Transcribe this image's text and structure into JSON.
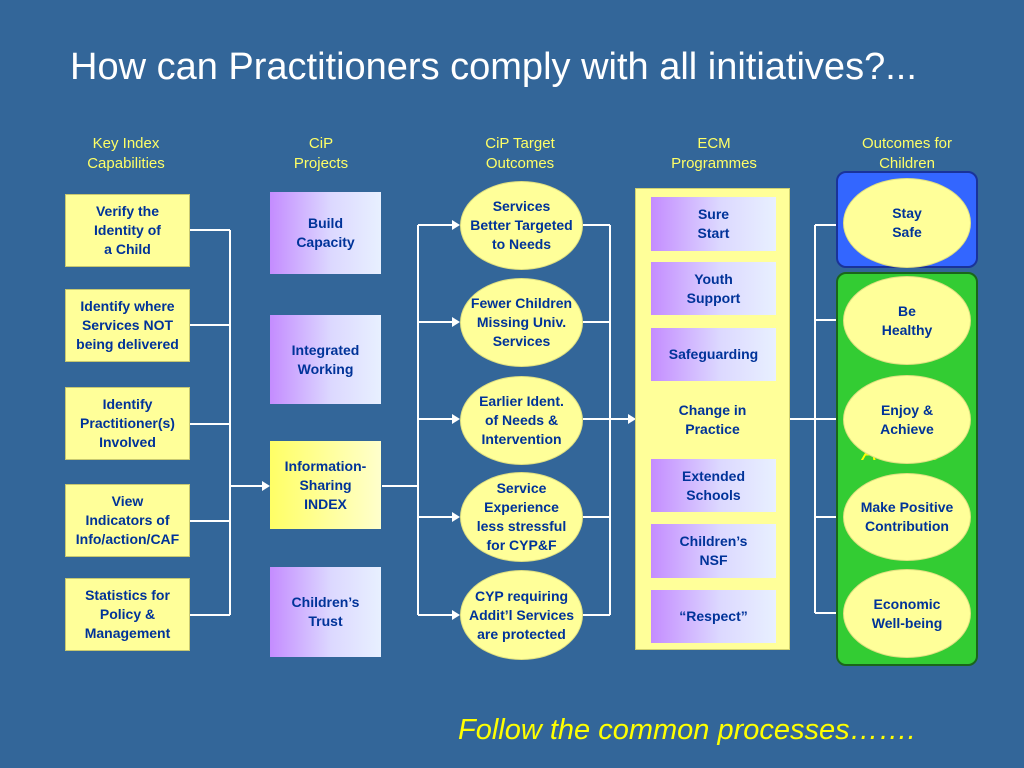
{
  "title": "How can Practitioners comply with all initiatives?...",
  "columns": [
    {
      "line1": "Key Index",
      "line2": "Capabilities"
    },
    {
      "line1": "CiP",
      "line2": "Projects"
    },
    {
      "line1": "CiP Target",
      "line2": "Outcomes"
    },
    {
      "line1": "ECM",
      "line2": "Programmes"
    },
    {
      "line1": "Outcomes for",
      "line2": "Children"
    }
  ],
  "key_index": [
    [
      "Verify the",
      "Identity of",
      "a Child"
    ],
    [
      "Identify where",
      "Services NOT",
      "being delivered"
    ],
    [
      "Identify",
      "Practitioner(s)",
      "Involved"
    ],
    [
      "View",
      "Indicators of",
      "Info/action/CAF"
    ],
    [
      "Statistics for",
      "Policy &",
      "Management"
    ]
  ],
  "cip_projects": [
    [
      "Build",
      "Capacity"
    ],
    [
      "Integrated",
      "Working"
    ],
    [
      "Information-",
      "Sharing",
      "INDEX"
    ],
    [
      "Children’s",
      "Trust"
    ]
  ],
  "cip_outcomes": [
    [
      "Services",
      "Better Targeted",
      "to Needs"
    ],
    [
      "Fewer Children",
      "Missing Univ.",
      "Services"
    ],
    [
      "Earlier Ident.",
      "of Needs &",
      "Intervention"
    ],
    [
      "Service",
      "Experience",
      "less stressful",
      "for CYP&F"
    ],
    [
      "CYP requiring",
      "Addit’l Services",
      "are protected"
    ]
  ],
  "ecm_programmes": [
    [
      "Sure",
      "Start"
    ],
    [
      "Youth",
      "Support"
    ],
    [
      "Safeguarding"
    ],
    [
      "Change in",
      "Practice"
    ],
    [
      "Extended",
      "Schools"
    ],
    [
      "Children’s",
      "NSF"
    ],
    [
      "“Respect”"
    ]
  ],
  "outcomes": [
    [
      "Stay",
      "Safe"
    ],
    [
      "Be",
      "Healthy"
    ],
    [
      "Enjoy &",
      "Achieve"
    ],
    [
      "Make Positive",
      "Contribution"
    ],
    [
      "Economic",
      "Well-being"
    ]
  ],
  "background_fragments": [
    "Achieve"
  ],
  "footer": "Follow the common processes……."
}
